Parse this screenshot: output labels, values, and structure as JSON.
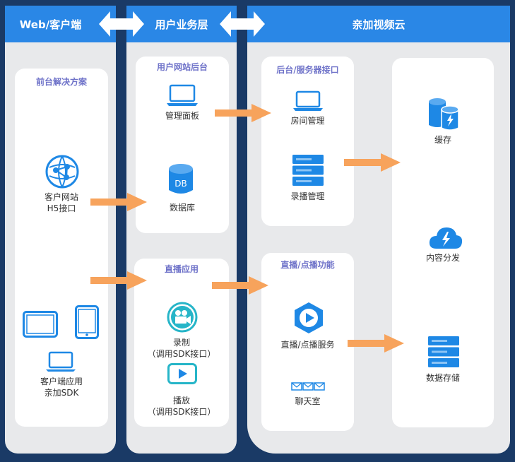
{
  "headers": {
    "web_client": "Web/客户端",
    "user_layer": "用户业务层",
    "cloud": "亲加视频云"
  },
  "col1": {
    "card_title": "前台解决方案",
    "site_label_1": "客户网站",
    "site_label_2": "H5接口",
    "app_label_1": "客户端应用",
    "app_label_2": "亲加SDK"
  },
  "col2": {
    "backend_title": "用户网站后台",
    "panel_label": "管理面板",
    "db_label": "数据库",
    "db_icon_text": "DB",
    "live_title": "直播应用",
    "record_label_1": "录制",
    "record_label_2": "（调用SDK接口）",
    "play_label_1": "播放",
    "play_label_2": "（调用SDK接口）"
  },
  "col3": {
    "server_title": "后台/服务器接口",
    "room_label": "房间管理",
    "recording_label": "录播管理",
    "live_title": "直播/点播功能",
    "live_service_label": "直播/点播服务",
    "chat_label": "聊天室"
  },
  "col4": {
    "cache_label": "缓存",
    "cdn_label": "内容分发",
    "storage_label": "数据存储"
  },
  "colors": {
    "header_blue": "#2a87e6",
    "frame_navy": "#1a3a66",
    "column_gray": "#e8e9eb",
    "arrow_orange": "#f7a35c",
    "icon_blue": "#1e88e5",
    "title_purple": "#6f73c9"
  }
}
